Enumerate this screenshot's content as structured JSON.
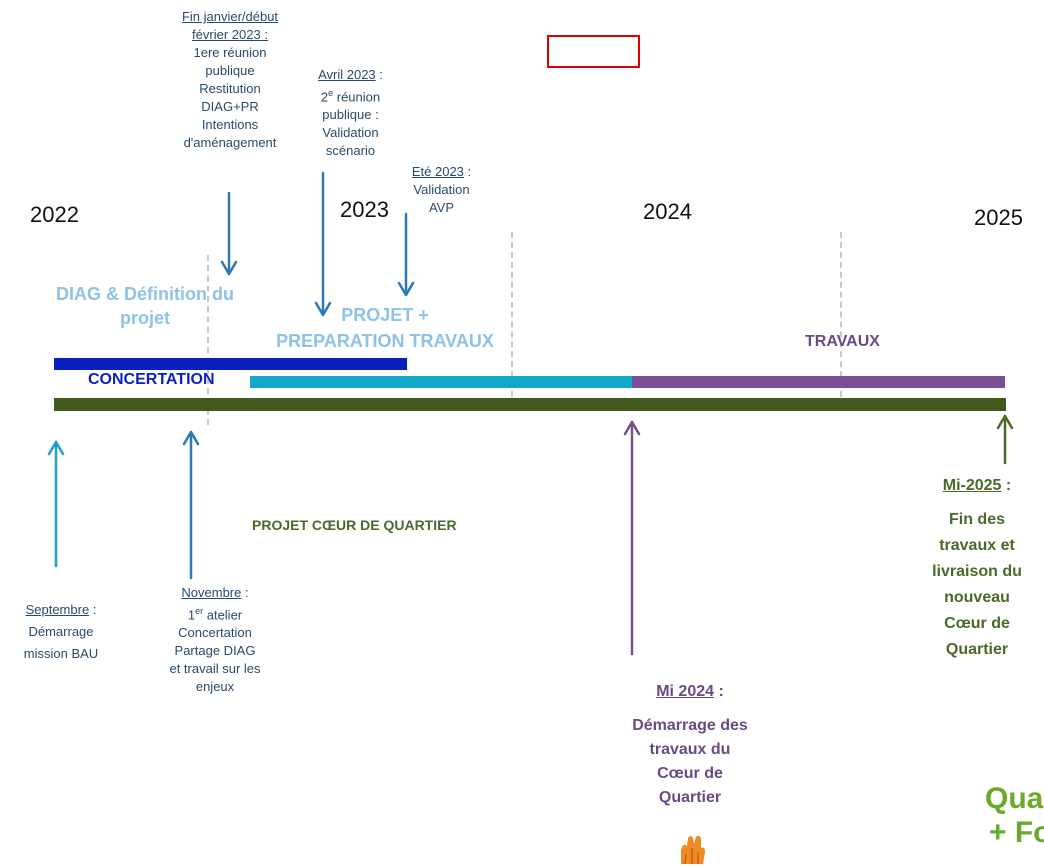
{
  "years": [
    "2022",
    "2023",
    "2024",
    "2025"
  ],
  "notes": {
    "fin_janvier": {
      "title": "Fin janvier/début février 2023",
      "suffix": " :",
      "lines": [
        "1ere réunion",
        "publique",
        "Restitution",
        "DIAG+PR",
        "Intentions",
        "d'aménagement"
      ]
    },
    "avril": {
      "title": "Avril 2023",
      "suffix": " :",
      "sup_line_pre": "2",
      "sup": "e",
      "sup_line_post": " réunion",
      "lines": [
        "publique :",
        "Validation",
        "scénario"
      ]
    },
    "ete": {
      "title": "Eté 2023",
      "suffix": " :",
      "lines": [
        "Validation",
        "AVP"
      ]
    },
    "septembre": {
      "title": "Septembre",
      "suffix": " :",
      "lines": [
        "Démarrage",
        "mission BAU"
      ]
    },
    "novembre": {
      "title": "Novembre",
      "suffix": " :",
      "sup_line_pre": "1",
      "sup": "er",
      "sup_line_post": " atelier",
      "lines": [
        "Concertation",
        "Partage DIAG",
        "et travail sur les",
        "enjeux"
      ]
    },
    "mi2024": {
      "title": "Mi 2024",
      "suffix": " :",
      "lines": [
        "Démarrage des",
        "travaux du",
        "Cœur de",
        "Quartier"
      ]
    },
    "mi2025": {
      "title": "Mi-2025",
      "suffix": " :",
      "lines": [
        "Fin des",
        "travaux et",
        "livraison du",
        "nouveau",
        "Cœur de",
        "Quartier"
      ]
    }
  },
  "phases": {
    "diag_line1": "DIAG & Définition du",
    "diag_line2": "projet",
    "projet_line1": "PROJET +",
    "projet_line2": "PREPARATION TRAVAUX",
    "travaux": "TRAVAUX",
    "concertation": "CONCERTATION",
    "coeur": "PROJET CŒUR DE QUARTIER"
  },
  "logo": {
    "line1": "Qua",
    "line2": "+ Fo"
  },
  "colors": {
    "concertation": "#0a1fbf",
    "projet_bar": "#13a8c8",
    "travaux_bar": "#7a4f96",
    "coeur_bar": "#3f5a1a",
    "phase_light": "#8cc3e6",
    "travaux_text": "#6a4a86",
    "arrow_blue": "#2d79b3",
    "arrow_cyan": "#1fa0c8",
    "arrow_purple": "#75508f",
    "arrow_green": "#4a6a2a",
    "highlight_box": "#e00000",
    "logo_green": "#6aaa2a"
  }
}
